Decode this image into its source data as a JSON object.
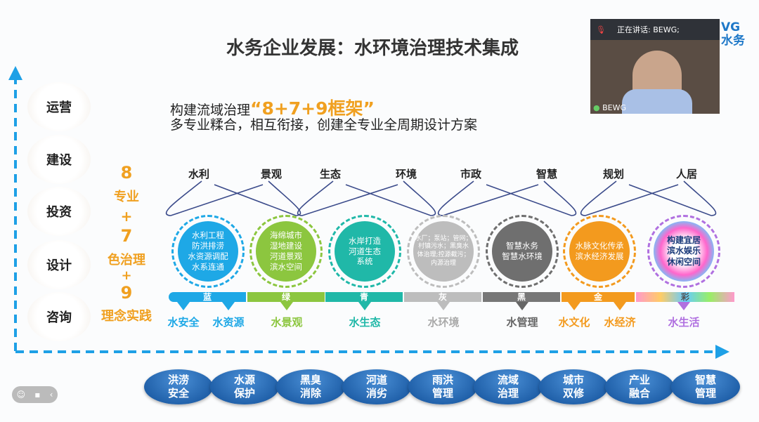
{
  "slide": {
    "title": "水务企业发展：水环境治理技术集成",
    "subtitle_prefix": "构建流域治理",
    "subtitle_highlight": "“8+7+9框架”",
    "subtitle2": "多专业糅合，相互衔接，创建全专业全周期设计方案",
    "stages": [
      "运营",
      "建设",
      "投资",
      "设计",
      "咨询"
    ],
    "framework": [
      "8",
      "专业",
      "+",
      "7",
      "色治理",
      "+",
      "9",
      "理念实践"
    ],
    "disciplines": [
      "水利",
      "景观",
      "生态",
      "环境",
      "市政",
      "智慧",
      "规划",
      "人居"
    ],
    "circles": [
      {
        "text": "水利工程\n防洪排涝\n水资源调配\n水系连通",
        "color": "#1ea8e6"
      },
      {
        "text": "海绵城市\n湿地建设\n河道景观\n滨水空间",
        "color": "#8cc63f"
      },
      {
        "text": "水岸打造\n河道生态\n系统",
        "color": "#20b8a8"
      },
      {
        "text": "水厂；泵站；管网；\n村镇污水；黑臭水\n体治理;控源截污；\n内源治理",
        "color": "#bdbdbd"
      },
      {
        "text": "智慧水务\n智慧水环境",
        "color": "#6f6f6f"
      },
      {
        "text": "水脉文化传承\n滨水经济发展",
        "color": "#f39a1e"
      },
      {
        "text": "构建宜居\n滨水娱乐\n休闲空间",
        "color": "#b070e0"
      }
    ],
    "colors": [
      {
        "label": "蓝",
        "color": "#1ea8e6"
      },
      {
        "label": "绿",
        "color": "#8cc63f"
      },
      {
        "label": "青",
        "color": "#20b8a8"
      },
      {
        "label": "灰",
        "color": "#bdbdbd"
      },
      {
        "label": "黑",
        "color": "#777777"
      },
      {
        "label": "金",
        "color": "#f39a1e"
      },
      {
        "label": "彩",
        "color": "#b070e0"
      }
    ],
    "concepts": [
      "水安全",
      "水资源",
      "水景观",
      "水生态",
      "水环境",
      "水管理",
      "水文化",
      "水经济",
      "水生活"
    ],
    "goals": [
      "洪涝\n安全",
      "水源\n保护",
      "黑臭\n消除",
      "河道\n消劣",
      "雨洪\n管理",
      "流域\n治理",
      "城市\n双修",
      "产业\n融合",
      "智慧\n管理"
    ],
    "logo_partial": "VG\n水务"
  },
  "meeting": {
    "speaking": "正在讲话: BEWG;",
    "participant": "BEWG"
  }
}
